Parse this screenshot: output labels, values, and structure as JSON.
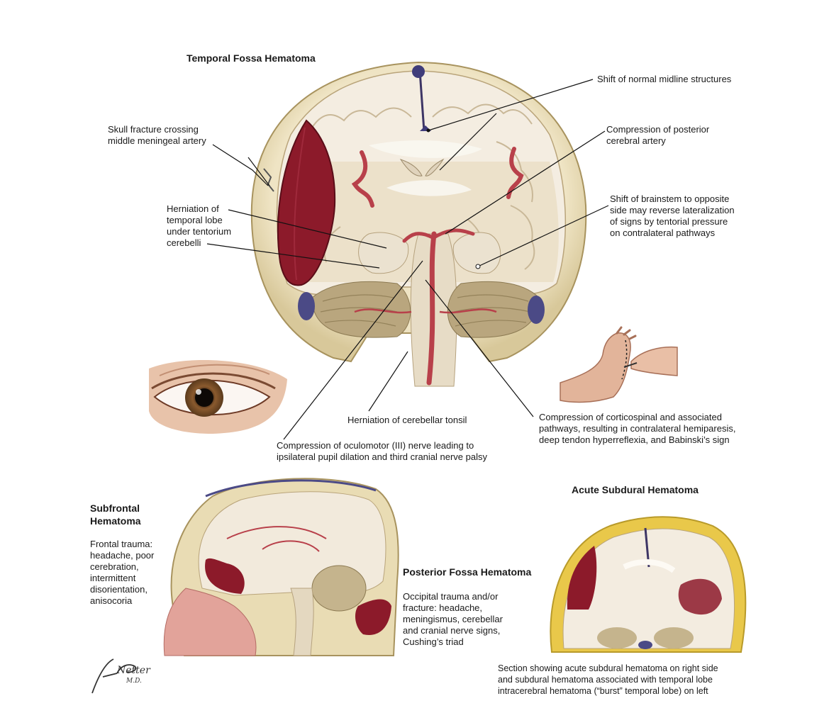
{
  "titles": {
    "temporal_fossa": "Temporal Fossa Hematoma",
    "subfrontal": "Subfrontal\nHematoma",
    "posterior_fossa": "Posterior Fossa Hematoma",
    "acute_subdural": "Acute Subdural Hematoma"
  },
  "labels": {
    "shift_midline": "Shift of normal midline structures",
    "skull_fracture": "Skull fracture crossing\nmiddle meningeal artery",
    "compression_pca": "Compression of posterior\ncerebral artery",
    "herniation_temporal": "Herniation of\ntemporal lobe\nunder tentorium\ncerebelli",
    "shift_brainstem": "Shift of brainstem to opposite\nside may reverse lateralization\nof signs by tentorial pressure\non contralateral pathways",
    "herniation_tonsil": "Herniation of cerebellar tonsil",
    "compression_corticospinal": "Compression of corticospinal and associated\npathways, resulting in contralateral hemiparesis,\ndeep tendon hyperreflexia, and Babinski’s sign",
    "compression_oculomotor": "Compression of oculomotor (III) nerve leading to\nipsilateral pupil dilation and third cranial nerve palsy"
  },
  "descriptions": {
    "subfrontal": "Frontal trauma:\nheadache, poor\ncerebration,\nintermittent\ndisorientation,\nanisocoria",
    "posterior_fossa": "Occipital trauma and/or\nfracture: headache,\nmeningismus, cerebellar\nand cranial nerve signs,\nCushing’s triad",
    "acute_subdural": "Section showing acute subdural hematoma on right side\nand subdural hematoma associated with temporal lobe\nintracerebral hematoma (“burst” temporal lobe) on left"
  },
  "signature": "F. Netter M.D.",
  "colors": {
    "bone": "#e9dcb4",
    "brain": "#f3ece0",
    "hematoma": "#8c1a2a",
    "artery": "#b8404a",
    "cerebellum": "#b9a67e",
    "vein": "#4b4a86",
    "skin": "#e2b49a",
    "leader": "#111111"
  }
}
